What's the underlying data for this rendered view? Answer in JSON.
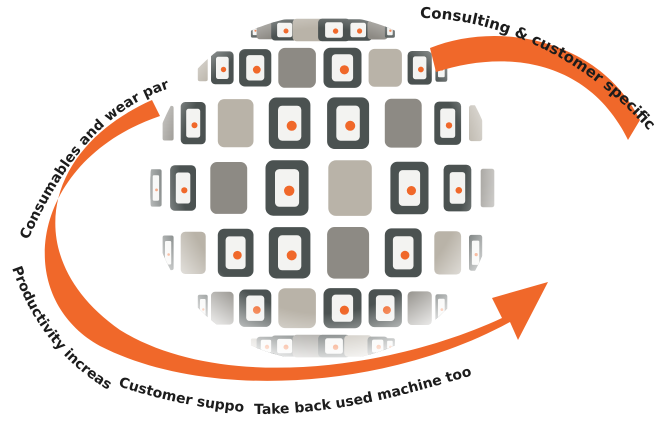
{
  "diagram": {
    "accent_color": "#f0682a",
    "tile_dark": "#4b5251",
    "tile_light": "#f3f3f1",
    "center_graphic": "globe-of-service-tiles",
    "labels": {
      "consulting": "Consulting & customer specific solutions",
      "consumables": "Consumables and wear parts",
      "productivity": "Productivity increase",
      "support": "Customer support",
      "takeback": "Take back used machine tools"
    }
  }
}
